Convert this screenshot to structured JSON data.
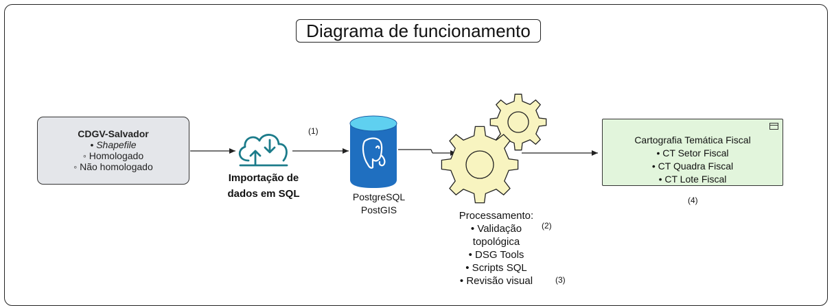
{
  "title": "Diagrama de funcionamento",
  "source": {
    "title": "CDGV-Salvador",
    "item_format": "• Shapefile",
    "item_homologado": "◦ Homologado",
    "item_nao_homologado": "◦ Não homologado"
  },
  "import": {
    "line1": "Importação de",
    "line2": "dados em SQL",
    "icon": "cloud-upload-download-icon",
    "icon_color": "#1b7b8a"
  },
  "database": {
    "line1": "PostgreSQL",
    "line2": "PostGIS",
    "icon": "postgresql-database-icon",
    "colors": {
      "top": "#5fd0f0",
      "body": "#1f6fc0"
    }
  },
  "processing": {
    "heading": "Processamento:",
    "item1_line1": "• Validação",
    "item1_line2": "topológica",
    "item2": "• DSG Tools",
    "item3": "• Scripts SQL",
    "item4": "• Revisão visual",
    "icon": "gears-icon",
    "gear_color": "#f8f4c0"
  },
  "output": {
    "title": "Cartografia Temática Fiscal",
    "item1": "• CT Setor Fiscal",
    "item2": "• CT Quadra Fiscal",
    "item3": "• CT Lote Fiscal"
  },
  "step_labels": {
    "s1": "(1)",
    "s2": "(2)",
    "s3": "(3)",
    "s4": "(4)"
  }
}
